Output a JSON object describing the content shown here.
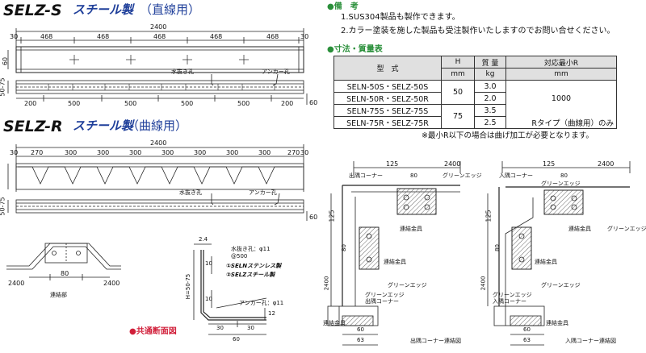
{
  "top": {
    "model": "SELZ-S",
    "material": "スチール製",
    "type": "（直線用）",
    "dims": {
      "overall": "2400",
      "end": "30",
      "pitch": [
        "468",
        "468",
        "468",
        "468",
        "468"
      ],
      "width": "60",
      "height": "50-75",
      "hole_end": "200",
      "hole_pitch": [
        "500",
        "500",
        "500",
        "500"
      ],
      "hole_side": "60"
    }
  },
  "bottom": {
    "model": "SELZ-R",
    "material": "スチール製",
    "type": "（曲線用）",
    "dims": {
      "overall": "2400",
      "end": "30",
      "first": "270",
      "pitch": [
        "300",
        "300",
        "300",
        "300",
        "300",
        "300",
        "300"
      ],
      "last": "270",
      "height": "50-75",
      "hole_side": "60"
    }
  },
  "labels": {
    "drain_hole": "水抜き孔",
    "anchor_hole": "アンカー孔",
    "green_edge": "グリーンエッジ",
    "joint": "連結金具"
  },
  "notes": {
    "heading": "●備　考",
    "lines": [
      "1.SUS304製品も製作できます。",
      "2.カラー塗装を施した製品も受注製作いたしますのでお問い合せください。"
    ]
  },
  "spec": {
    "heading": "●寸法・質量表",
    "headers": {
      "model": "型　式",
      "h": "H",
      "h_unit": "mm",
      "weight": "質 量",
      "weight_unit": "kg",
      "min_r": "対応最小R",
      "min_r_unit": "mm"
    },
    "rows": [
      {
        "model": "SELN-50S・SELZ-50S",
        "h": "50",
        "weight": "3.0"
      },
      {
        "model": "SELN-50R・SELZ-50R",
        "weight": "2.0"
      },
      {
        "model": "SELN-75S・SELZ-75S",
        "h": "75",
        "weight": "3.5"
      },
      {
        "model": "SELN-75R・SELZ-75R",
        "weight": "2.5"
      }
    ],
    "min_r_value": "1000",
    "r_note": {
      "prefix": "Rタイプ（",
      "highlight": "曲線用",
      "suffix": "）のみ"
    },
    "footnote": "※最小R以下の場合は曲げ加工が必要となります。"
  },
  "joint": {
    "width": "80",
    "left": "2400",
    "right": "2400",
    "label": "連結部"
  },
  "section": {
    "thickness": "2.4",
    "drain": "水抜き孔：φ11",
    "drain_pitch": "@500",
    "seln": "①SELNステンレス製",
    "selz": "②SELZスチール製",
    "dim_10": "10",
    "height": "H=50-75",
    "anchor": "アンカー孔：φ11",
    "dim_12": "12",
    "dim_30": "30",
    "dim_60": "60",
    "caption": "●共通断面図"
  },
  "outside": {
    "dim_125": "125",
    "dim_2400": "2400",
    "dim_80": "80",
    "dim_63": "63",
    "corner": "出隅コーナー",
    "caption": "出隅コーナー連結図"
  },
  "inside": {
    "corner": "入隅コーナー",
    "caption": "入隅コーナー連結図"
  }
}
